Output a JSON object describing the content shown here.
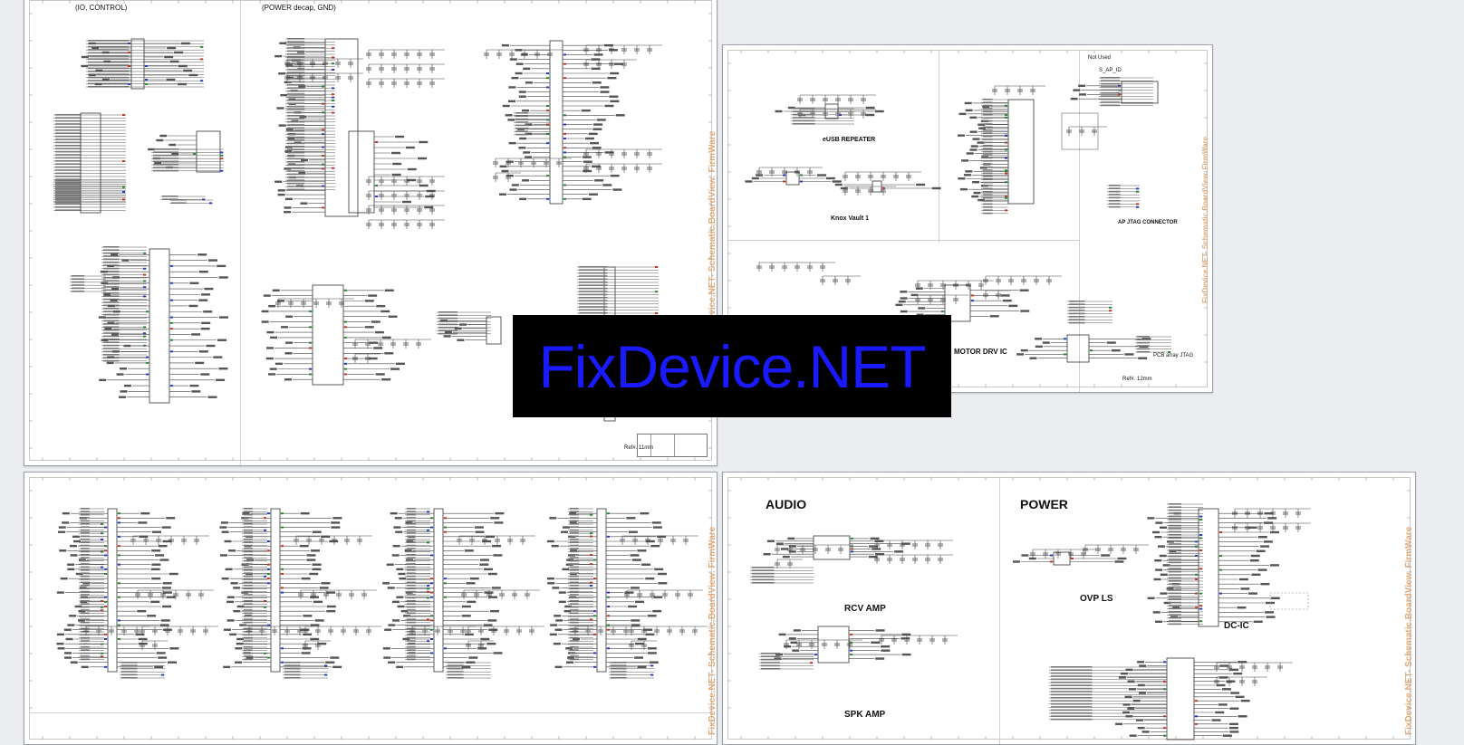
{
  "sheet1": {
    "header_left": "(IO, CONTROL)",
    "header_mid": "(POWER decap, GND)",
    "ref_text": "Ref#. 11mm",
    "watermark": "FixDevice.NET- Schematic.BoardView. FirmWare"
  },
  "sheet2": {
    "not_used": "Not Used",
    "s_ap_id": "S_AP_ID",
    "eusb_repeater": "eUSB REPEATER",
    "knox_vault": "Knox Vault 1",
    "ap_jtag_connector": "AP JTAG CONNECTOR",
    "motor_drv_ic": "MOTOR DRV IC",
    "pcb_array_jtag": "PCB array JTAG",
    "ref_text": "Ref#. 12mm",
    "watermark": "FixDevice.NET- Schematic.BoardView. FirmWare"
  },
  "sheet3": {
    "watermark": "FixDevice.NET- Schematic.BoardView. FirmWare"
  },
  "sheet4": {
    "audio": "AUDIO",
    "power": "POWER",
    "rcv_amp": "RCV AMP",
    "spk_amp": "SPK AMP",
    "ovp_ls": "OVP LS",
    "dc_ic": "DC-IC",
    "watermark": "FixDevice.NET- Schematic.BoardView. FirmWare"
  },
  "banner": {
    "text": "FixDevice.NET",
    "text_color": "#1a1aff",
    "background": "#000000"
  },
  "colors": {
    "canvas_background": "#ebedf0",
    "sheet_background": "#ffffff",
    "watermark": "#e0a97a",
    "pin_accent_red": "#c0392b",
    "pin_accent_blue": "#2a3fc0",
    "pin_accent_green": "#2a8a3a"
  }
}
